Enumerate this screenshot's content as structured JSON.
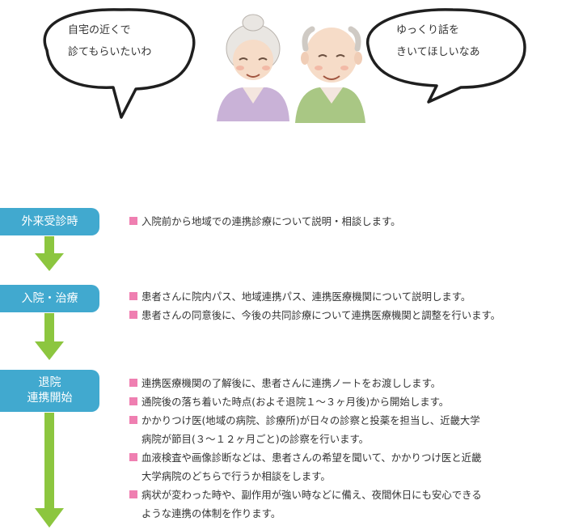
{
  "bubbles": [
    {
      "lines": [
        "自宅の近くで",
        "診てもらいたいわ"
      ]
    },
    {
      "lines": [
        "ゆっくり話を",
        "きいてほしいなあ"
      ]
    }
  ],
  "banner": {
    "title": "地域連携パスの流れ(連携医療機関決定まで)"
  },
  "steps": [
    {
      "lines": [
        "外来受診時"
      ],
      "bullets": [
        "入院前から地域での連携診療について説明・相談します。"
      ]
    },
    {
      "lines": [
        "入院・治療"
      ],
      "bullets": [
        "患者さんに院内パス、地域連携パス、連携医療機関について説明します。",
        "患者さんの同意後に、今後の共同診療について連携医療機関と調整を行います。"
      ]
    },
    {
      "lines": [
        "退院",
        "連携開始"
      ],
      "bullets": [
        "連携医療機関の了解後に、患者さんに連携ノートをお渡しします。",
        "通院後の落ち着いた時点(およそ退院１～３ヶ月後)から開始します。",
        "かかりつけ医(地域の病院、診療所)が日々の診察と投薬を担当し、近畿大学\n病院が節目(３～１２ヶ月ごと)の診察を行います。",
        "血液検査や画像診断などは、患者さんの希望を聞いて、かかりつけ医と近畿\n大学病院のどちらで行うか相談をします。",
        "病状が変わった時や、副作用が強い時などに備え、夜間休日にも安心できる\nような連携の体制を作ります。"
      ]
    }
  ],
  "colors": {
    "banner": "#41a9cf",
    "step": "#41a9cf",
    "arrow": "#8cc63f",
    "bullet": "#ef7fb1"
  }
}
